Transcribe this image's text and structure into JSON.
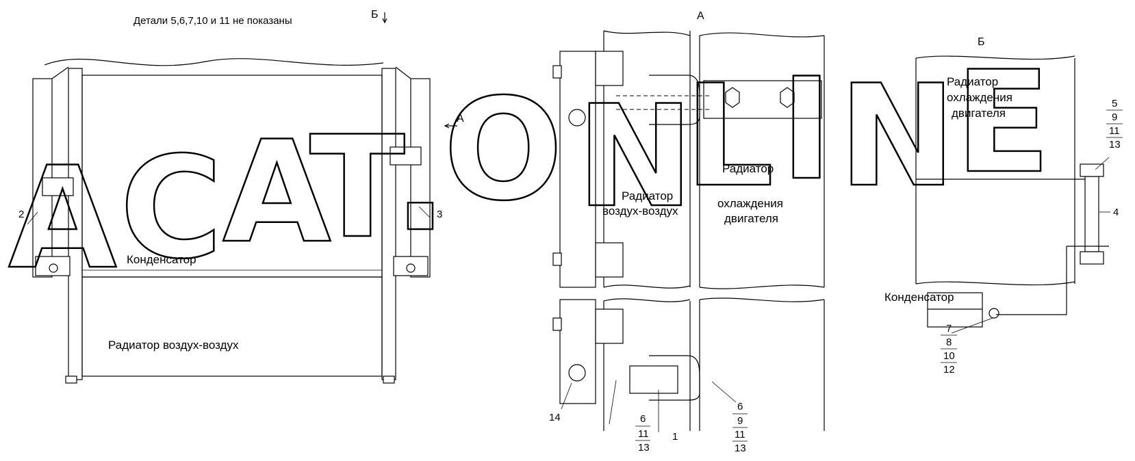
{
  "note": "Детали 5,6,7,10 и 11 не показаны",
  "views": {
    "b_arrow_label": "Б",
    "a_arrow_label": "А",
    "a_title": "А",
    "b_title": "Б"
  },
  "left_view": {
    "condenser": "Конденсатор",
    "air_radiator": "Радиатор воздух-воздух",
    "callouts": [
      "2",
      "3"
    ]
  },
  "view_a": {
    "air_radiator": [
      "Радиатор",
      "воздух-воздух"
    ],
    "engine_radiator": [
      "Радиатор",
      "охлаждения",
      "двигателя"
    ],
    "callout_14": "14",
    "callout_1": "1",
    "stack_left": [
      "6",
      "11",
      "13"
    ],
    "stack_right": [
      "6",
      "9",
      "11",
      "13"
    ]
  },
  "view_b": {
    "engine_radiator": [
      "Радиатор",
      "охлаждения",
      "двигателя"
    ],
    "condenser": "Конденсатор",
    "stack_top": [
      "5",
      "9",
      "11",
      "13"
    ],
    "callout_4": "4",
    "stack_bottom": [
      "7",
      "8",
      "10",
      "12"
    ]
  },
  "watermark": {
    "letters": [
      "A",
      "C",
      "A",
      "T",
      ".",
      "O",
      "N",
      "L",
      "I",
      "N",
      "E"
    ]
  }
}
